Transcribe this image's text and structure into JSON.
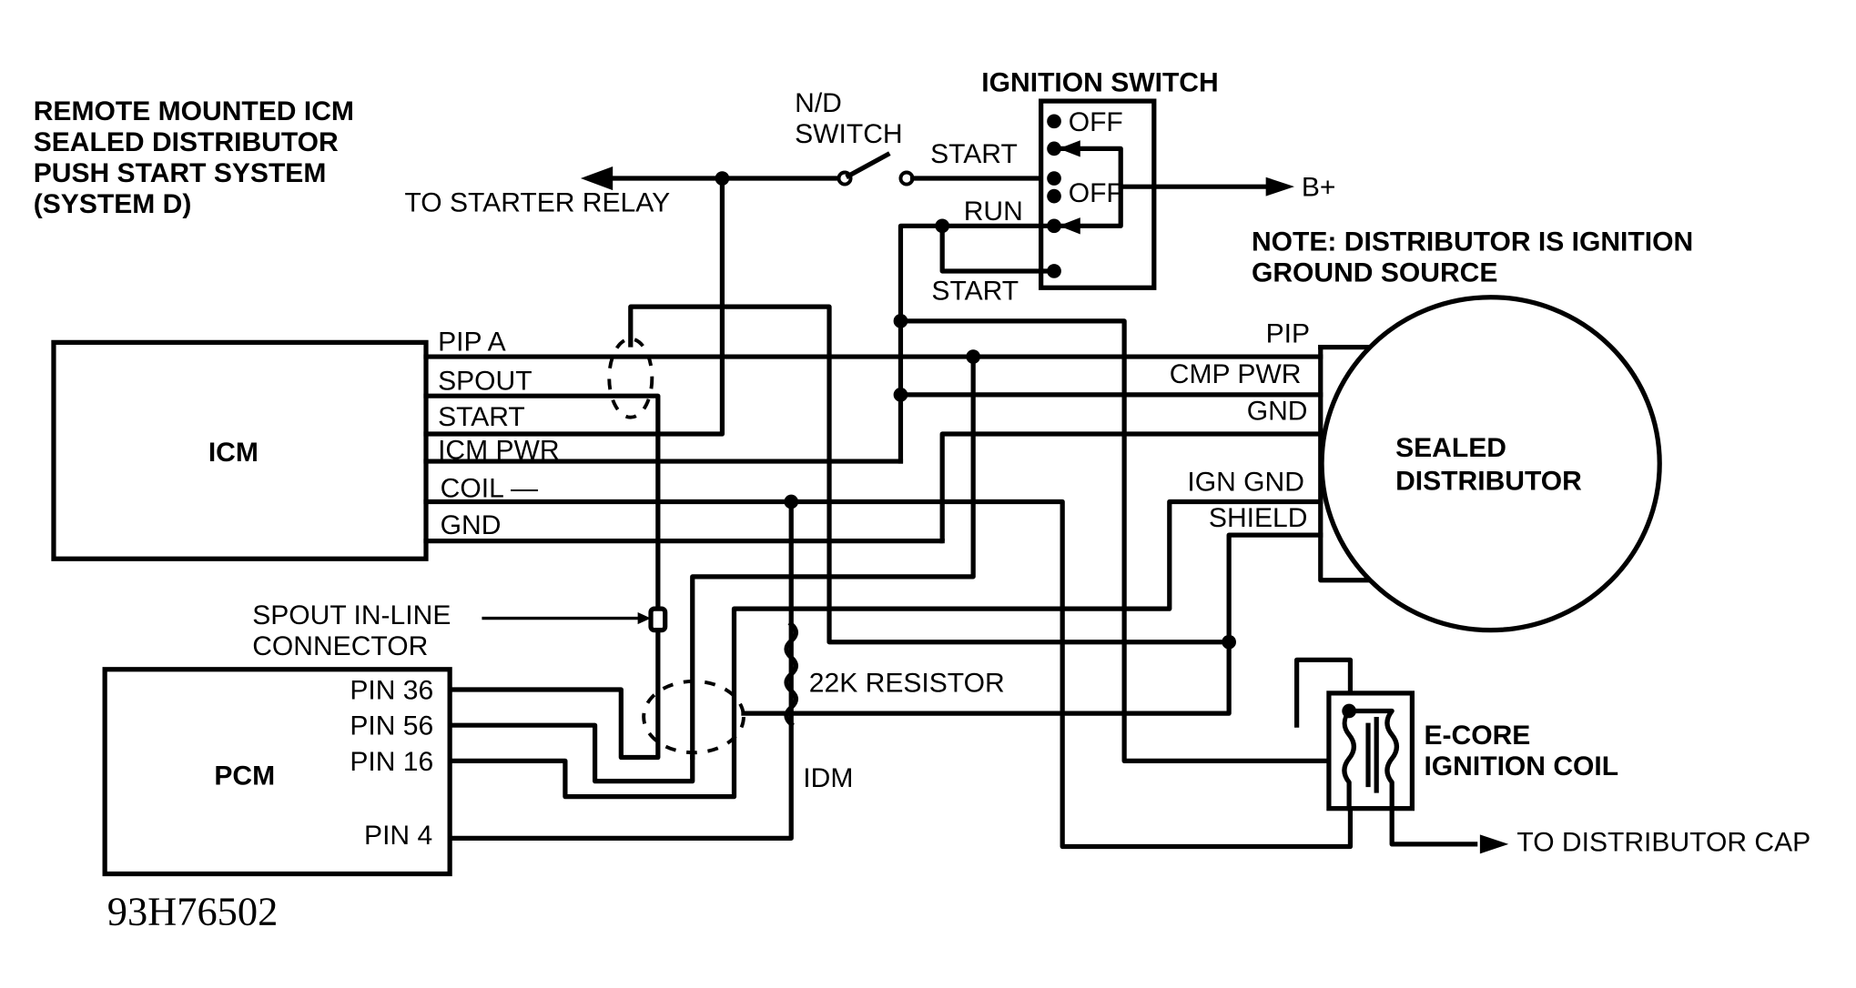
{
  "title_block": {
    "lines": [
      "REMOTE MOUNTED ICM",
      "SEALED DISTRIBUTOR",
      "PUSH START SYSTEM",
      "(SYSTEM D)"
    ]
  },
  "figure_code": "93H76502",
  "note": {
    "lines": [
      "NOTE: DISTRIBUTOR IS IGNITION",
      "GROUND SOURCE"
    ]
  },
  "components": {
    "icm": {
      "label": "ICM"
    },
    "pcm": {
      "label": "PCM"
    },
    "distributor": {
      "lines": [
        "SEALED",
        "DISTRIBUTOR"
      ]
    },
    "ignition_switch": {
      "title": "IGNITION SWITCH",
      "positions": [
        "OFF",
        "OFF"
      ],
      "terminals": {
        "start_top": "START",
        "run": "RUN",
        "start_bottom": "START"
      },
      "supply": "B+"
    },
    "nd_switch": {
      "lines": [
        "N/D",
        "SWITCH"
      ]
    },
    "coil": {
      "lines": [
        "E-CORE",
        "IGNITION COIL"
      ]
    },
    "resistor": {
      "label": "22K RESISTOR"
    },
    "spout_connector": {
      "lines": [
        "SPOUT IN-LINE",
        "CONNECTOR"
      ]
    }
  },
  "icm_pins": [
    "PIP A",
    "SPOUT",
    "START",
    "ICM PWR",
    "COIL —",
    "GND"
  ],
  "distributor_pins": [
    "PIP",
    "CMP PWR",
    "GND",
    "IGN GND",
    "SHIELD"
  ],
  "pcm_pins": [
    "PIN 36",
    "PIN 56",
    "PIN 16",
    "PIN 4"
  ],
  "signal_labels": {
    "idm": "IDM",
    "to_starter_relay": "TO STARTER RELAY",
    "to_distributor_cap": "TO DISTRIBUTOR CAP"
  }
}
